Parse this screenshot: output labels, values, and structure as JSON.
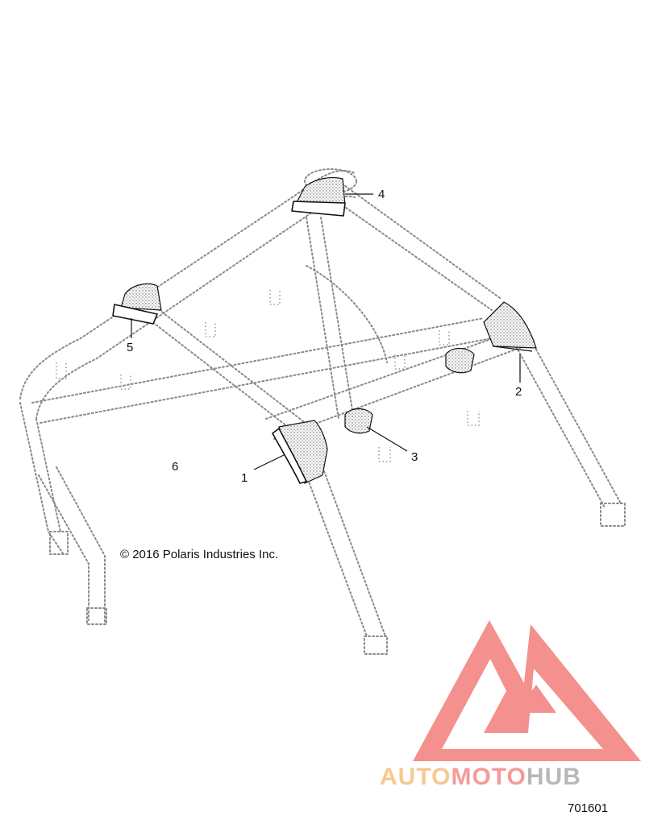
{
  "callouts": {
    "c1": "1",
    "c2": "2",
    "c3": "3",
    "c4": "4",
    "c5": "5",
    "c6": "6"
  },
  "copyright": "© 2016 Polaris Industries Inc.",
  "figure_number": "701601",
  "watermark": {
    "part1": "AUTO",
    "part2": "MOTO",
    "part3": "HUB",
    "color_auto": "#f6c98f",
    "color_moto": "#f59a97",
    "color_hub": "#b8b8b8",
    "logo_color": "#f4908d"
  }
}
